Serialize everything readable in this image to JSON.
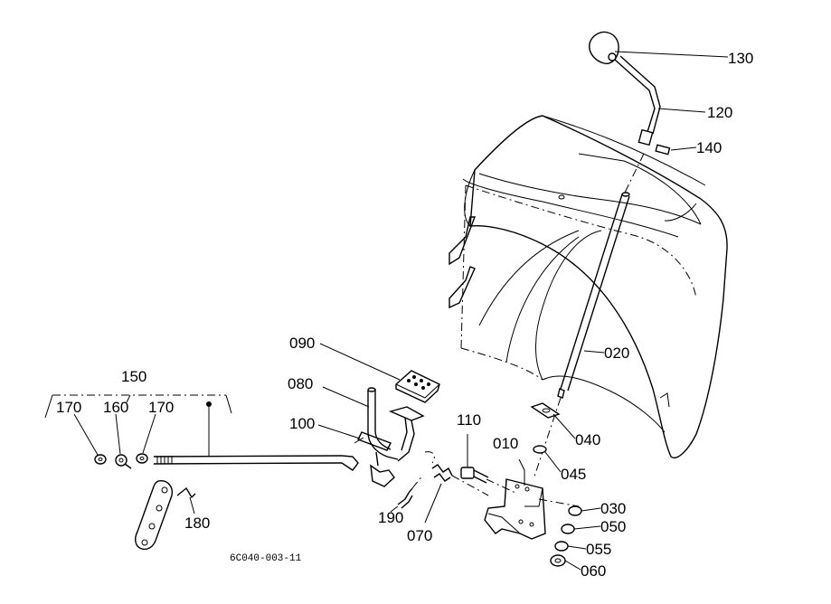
{
  "labels": {
    "p130": "130",
    "p120": "120",
    "p140": "140",
    "p020": "020",
    "p040": "040",
    "p045": "045",
    "p010": "010",
    "p030": "030",
    "p050": "050",
    "p055": "055",
    "p060": "060",
    "p110": "110",
    "p070": "070",
    "p190": "190",
    "p100": "100",
    "p080": "080",
    "p090": "090",
    "p150": "150",
    "p170a": "170",
    "p160": "160",
    "p170b": "170",
    "p180": "180"
  },
  "drawing_code": "6C040-003-11"
}
